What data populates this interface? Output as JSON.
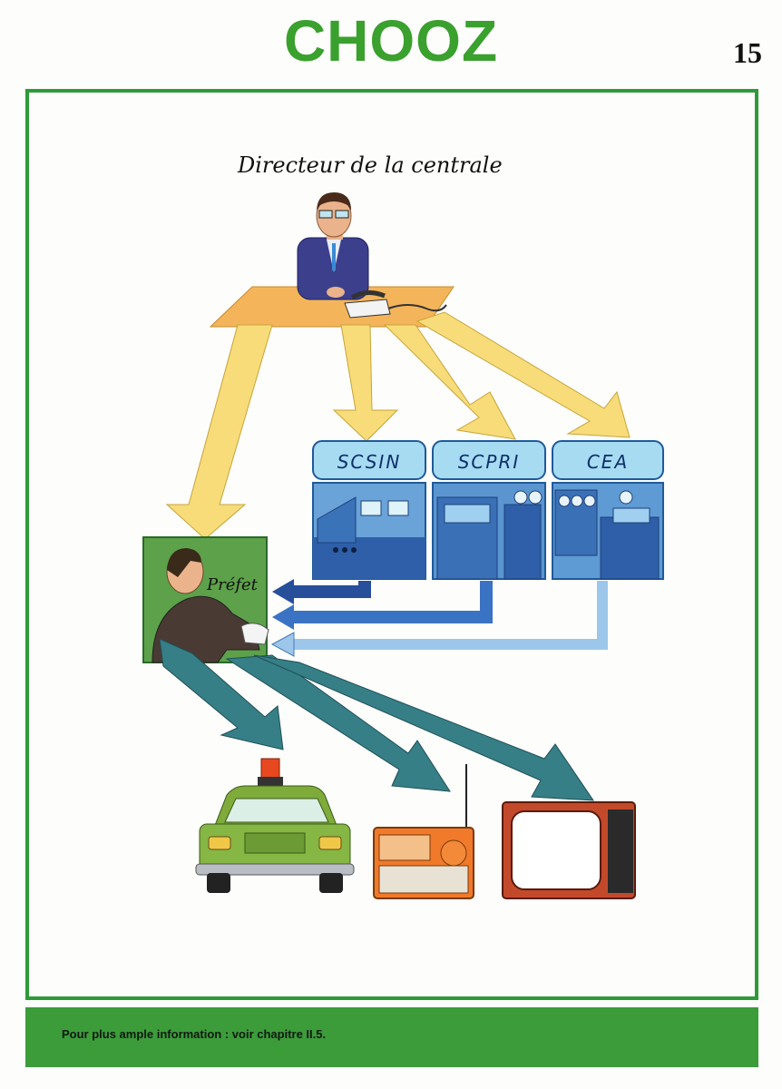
{
  "header": {
    "title": "CHOOZ",
    "page_number": "15"
  },
  "diagram": {
    "director_label": "Directeur de la centrale",
    "prefect_label": "Préfet",
    "agencies": [
      {
        "label": "SCSIN"
      },
      {
        "label": "SCPRI"
      },
      {
        "label": "CEA"
      }
    ],
    "recipients": [
      {
        "icon": "police-car-icon"
      },
      {
        "icon": "radio-icon"
      },
      {
        "icon": "television-icon"
      }
    ],
    "colors": {
      "brand_green": "#3aa02e",
      "director_arrows": "#f2c84a",
      "agency_arrows": "#3a6fb8",
      "prefect_arrows": "#2f7f86"
    }
  },
  "footer": {
    "info_text": "Pour plus ample information : voir chapitre II.5."
  }
}
